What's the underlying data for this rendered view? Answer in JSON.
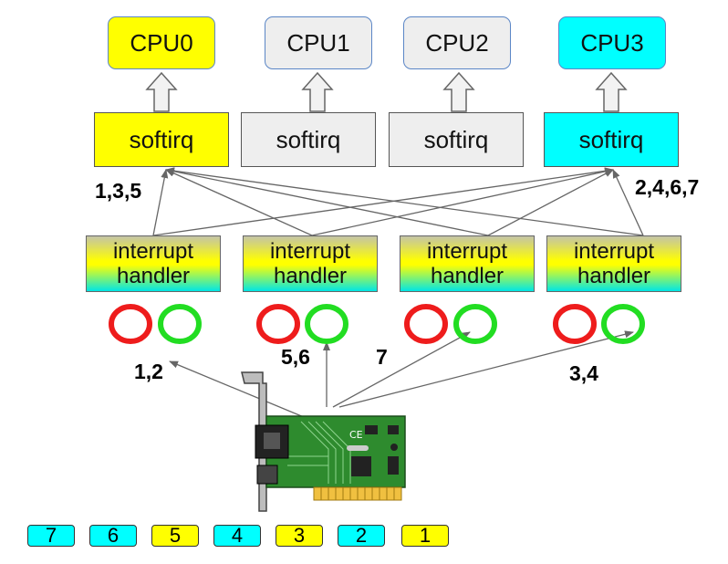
{
  "cpus": [
    {
      "label": "CPU0",
      "color": "#ffff00"
    },
    {
      "label": "CPU1",
      "color": "#eeeeee"
    },
    {
      "label": "CPU2",
      "color": "#eeeeee"
    },
    {
      "label": "CPU3",
      "color": "#00ffff"
    }
  ],
  "softirqs": [
    {
      "label": "softirq",
      "color": "#ffff00"
    },
    {
      "label": "softirq",
      "color": "#eeeeee"
    },
    {
      "label": "softirq",
      "color": "#eeeeee"
    },
    {
      "label": "softirq",
      "color": "#00ffff"
    }
  ],
  "handlers": [
    {
      "line1": "interrupt",
      "line2": "handler"
    },
    {
      "line1": "interrupt",
      "line2": "handler"
    },
    {
      "line1": "interrupt",
      "line2": "handler"
    },
    {
      "line1": "interrupt",
      "line2": "handler"
    }
  ],
  "labels": {
    "cpu0_packets": "1,3,5",
    "cpu3_packets": "2,4,6,7",
    "q0_packets": "1,2",
    "q1_packets": "5,6",
    "q2_packets": "7",
    "q3_packets": "3,4"
  },
  "packets": [
    {
      "label": "7",
      "color": "#00ffff"
    },
    {
      "label": "6",
      "color": "#00ffff"
    },
    {
      "label": "5",
      "color": "#ffff00"
    },
    {
      "label": "4",
      "color": "#00ffff"
    },
    {
      "label": "3",
      "color": "#ffff00"
    },
    {
      "label": "2",
      "color": "#00ffff"
    },
    {
      "label": "1",
      "color": "#ffff00"
    }
  ],
  "colors": {
    "ring_red": "#ee1c1c",
    "ring_green": "#22dd22",
    "arrow": "#666666",
    "nic_board": "#2e8b2e"
  }
}
